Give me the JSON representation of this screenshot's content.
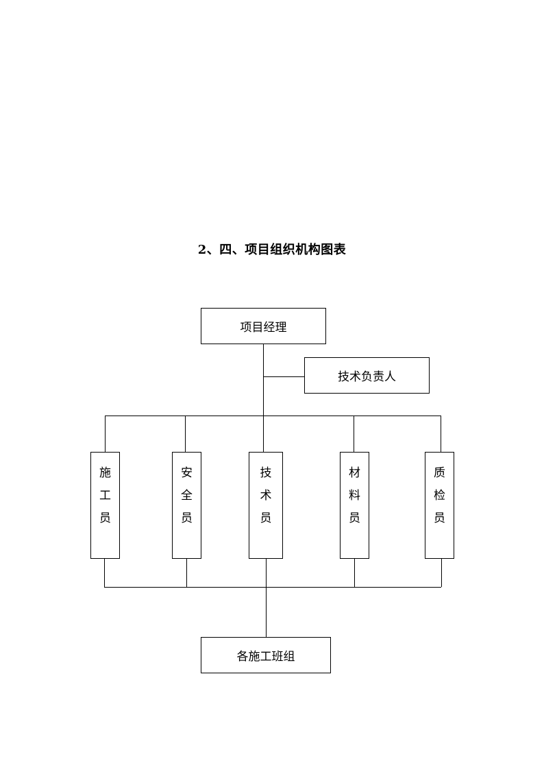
{
  "title": "2、四、项目组织机构图表",
  "nodes": {
    "manager": "项目经理",
    "tech_lead": "技术负责人",
    "construction_staff": [
      "施",
      "工",
      "员"
    ],
    "safety_staff": [
      "安",
      "全",
      "员"
    ],
    "technical_staff": [
      "技",
      "术",
      "员"
    ],
    "materials_staff": [
      "材",
      "料",
      "员"
    ],
    "quality_staff": [
      "质",
      "检",
      "员"
    ],
    "teams": "各施工班组"
  },
  "colors": {
    "line": "#000000",
    "background": "#ffffff"
  }
}
